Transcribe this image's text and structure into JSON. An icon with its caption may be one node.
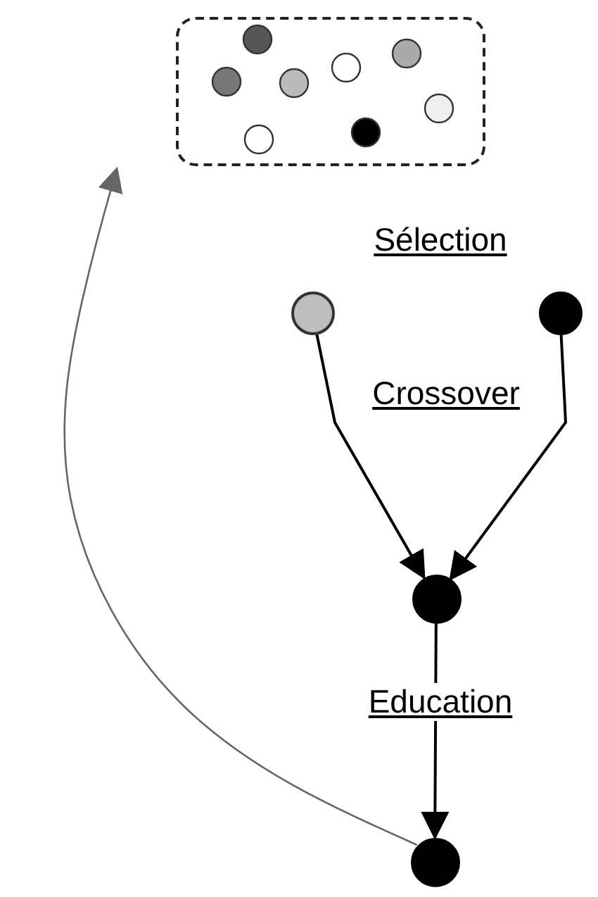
{
  "diagram": {
    "nodes": [
      {
        "text": [],
        "shape": "box"
      },
      {
        "text": [],
        "shape": "circle"
      },
      {
        "text": [],
        "shape": "circle"
      },
      {
        "text": [],
        "shape": "circle"
      },
      {
        "text": [],
        "shape": "circle"
      }
    ],
    "edges": [
      {
        "from": 1,
        "to": 3,
        "arrow": "to"
      },
      {
        "from": 2,
        "to": 3,
        "arrow": "to"
      },
      {
        "from": 3,
        "to": 4,
        "arrow": "to"
      },
      {
        "from": 4,
        "to": 0,
        "arrow": "to",
        "color": "#666666"
      }
    ],
    "labels": [
      "Sélection",
      "Crossover",
      "Education"
    ]
  }
}
